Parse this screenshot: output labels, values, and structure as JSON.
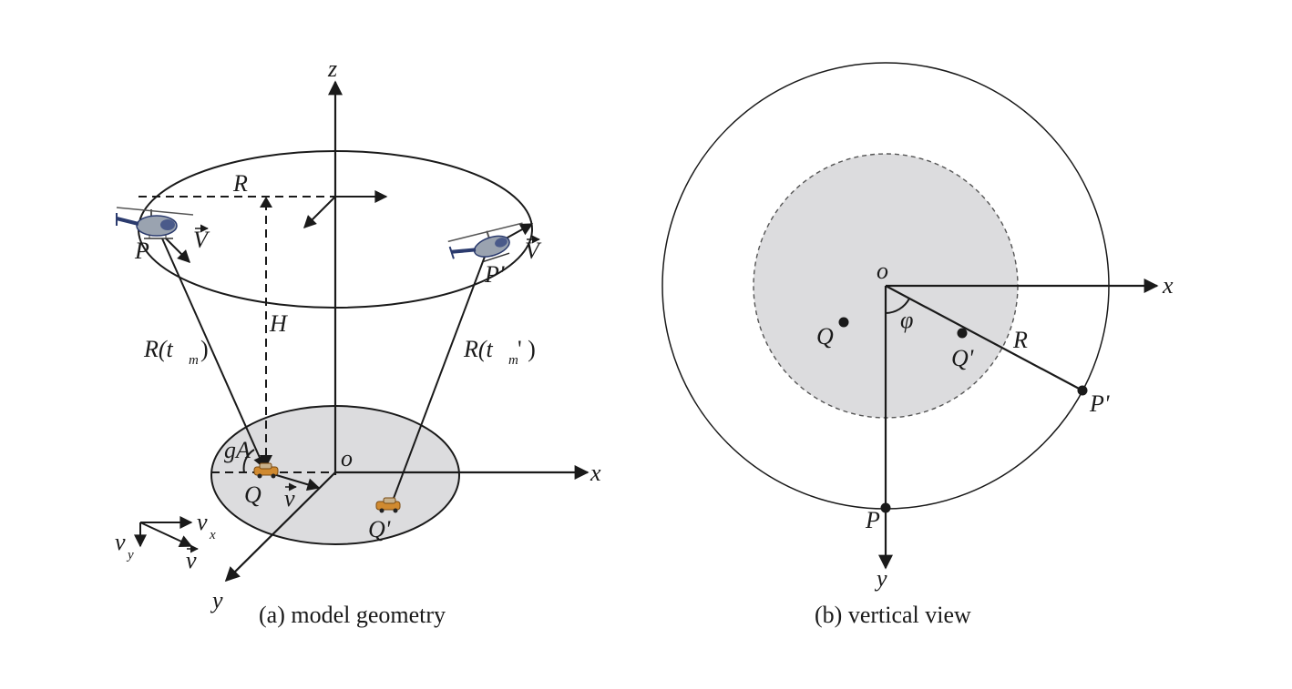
{
  "panel_a": {
    "caption": "(a)  model geometry",
    "axis_x": "x",
    "axis_y": "y",
    "axis_z": "z",
    "origin": "o",
    "radius": "R",
    "height": "H",
    "angle": "gA",
    "platform": "P",
    "platform_prime": "P'",
    "velocity_V": "V",
    "target": "Q",
    "target_prime": "Q'",
    "target_velocity": "v",
    "range_1_main": "R(t",
    "range_1_sub": "m",
    "range_1_close": ")",
    "range_2_main": "R(t",
    "range_2_sub": "m",
    "range_2_close": "' )",
    "legend_vx": "v",
    "legend_vx_sub": "x",
    "legend_vy": "v",
    "legend_vy_sub": "y",
    "legend_v": "v"
  },
  "panel_b": {
    "caption": "(b)  vertical view",
    "axis_x": "x",
    "axis_y": "y",
    "origin": "o",
    "angle": "φ",
    "radius": "R",
    "platform": "P",
    "platform_prime": "P'",
    "target": "Q",
    "target_prime": "Q'"
  },
  "colors": {
    "ground_fill": "#dcdcde",
    "line": "#1a1a1a",
    "helicopter_body": "#9aa3b0",
    "helicopter_accent": "#2b3b6e",
    "car_body": "#d08a30"
  }
}
